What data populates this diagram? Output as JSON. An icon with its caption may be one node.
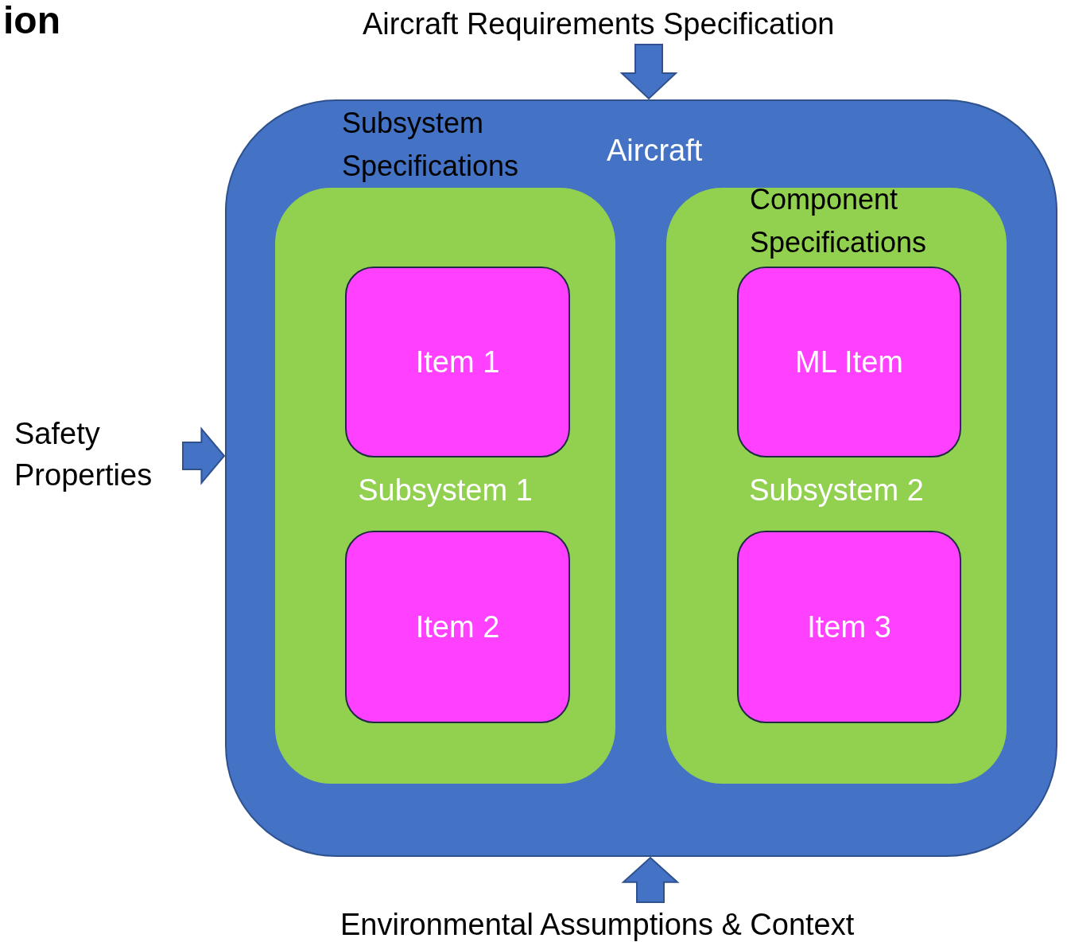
{
  "diagram": {
    "nodes": [
      {
        "text": [
          "Aircraft Requirements Specification"
        ]
      },
      {
        "text": [
          "Aircraft"
        ]
      },
      {
        "text": [
          "Subsystem 1"
        ],
        "in": 1
      },
      {
        "text": [
          "Item 1"
        ],
        "in": 2
      },
      {
        "text": [
          "Item 2"
        ],
        "in": 2
      },
      {
        "text": [
          "Subsystem 2"
        ],
        "in": 1
      },
      {
        "text": [
          "ML Item"
        ],
        "in": 5
      },
      {
        "text": [
          "Item 3"
        ],
        "in": 5
      },
      {
        "text": [
          "Safety Properties"
        ]
      },
      {
        "text": [
          "Environmental Assumptions & Context"
        ]
      }
    ],
    "edges": [
      {
        "from": 0,
        "to": 1,
        "arrow": "to"
      },
      {
        "from": 8,
        "to": 1,
        "arrow": "to"
      },
      {
        "from": 9,
        "to": 1,
        "arrow": "to"
      }
    ],
    "labels": [
      "ion",
      "Subsystem Specifications",
      "Component Specifications"
    ]
  }
}
